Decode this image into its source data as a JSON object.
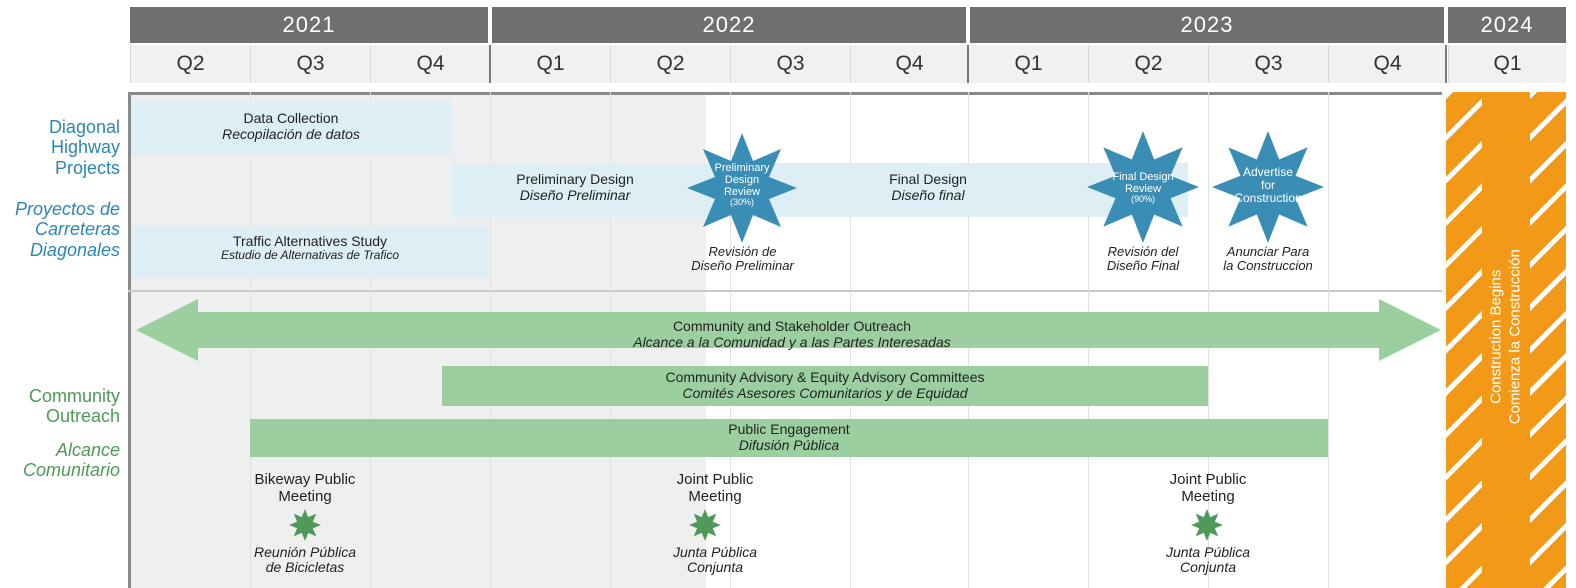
{
  "years": [
    {
      "label": "2021"
    },
    {
      "label": "2022"
    },
    {
      "label": "2023"
    },
    {
      "label": "2024"
    }
  ],
  "quarters": [
    "Q2",
    "Q3",
    "Q4",
    "Q1",
    "Q2",
    "Q3",
    "Q4",
    "Q1",
    "Q2",
    "Q3",
    "Q4",
    "Q1"
  ],
  "row_labels": {
    "projects_en": [
      "Diagonal",
      "Highway",
      "Projects"
    ],
    "projects_es": [
      "Proyectos de",
      "Carreteras",
      "Diagonales"
    ],
    "outreach_en": [
      "Community",
      "Outreach"
    ],
    "outreach_es": [
      "Alcance",
      "Comunitario"
    ]
  },
  "tasks": {
    "data_collection": {
      "en": "Data Collection",
      "es": "Recopilación de datos"
    },
    "preliminary_design": {
      "en": "Preliminary Design",
      "es": "Diseño Preliminar"
    },
    "final_design": {
      "en": "Final Design",
      "es": "Diseño final"
    },
    "traffic_study": {
      "en": "Traffic Alternatives Study",
      "es": "Estudio de Alternativas de Trafico"
    }
  },
  "milestones": {
    "prelim_review": {
      "lines": [
        "Preliminary",
        "Design",
        "Review"
      ],
      "pct": "(30%)",
      "es": [
        "Revisión de",
        "Diseño Preliminar"
      ]
    },
    "final_review": {
      "lines": [
        "Final Design",
        "Review"
      ],
      "pct": "(90%)",
      "es": [
        "Revisión del",
        "Diseño Final"
      ]
    },
    "advertise": {
      "lines": [
        "Advertise",
        "for",
        "Construction"
      ],
      "es": [
        "Anunciar Para",
        "la Construccion"
      ]
    }
  },
  "outreach": {
    "stakeholder": {
      "en": "Community  and Stakeholder Outreach",
      "es": "Alcance a la Comunidad y a las Partes Interesadas"
    },
    "committees": {
      "en": "Community Advisory & Equity Advisory Committees",
      "es": "Comités Asesores Comunitarios y de Equidad"
    },
    "engagement": {
      "en": "Public Engagement",
      "es": "Difusión Pública"
    }
  },
  "meetings": [
    {
      "en": [
        "Bikeway Public",
        "Meeting"
      ],
      "es": [
        "Reunión Pública",
        "de Bicicletas"
      ]
    },
    {
      "en": [
        "Joint Public",
        "Meeting"
      ],
      "es": [
        "Junta Pública",
        "Conjunta"
      ]
    },
    {
      "en": [
        "Joint Public",
        "Meeting"
      ],
      "es": [
        "Junta Pública",
        "Conjunta"
      ]
    }
  ],
  "construction": {
    "en": "Construction Begins",
    "es": "Comienza la Construcción"
  },
  "colors": {
    "header": "#6f6f6f",
    "project_band": "#ddeef5",
    "milestone_star": "#3a8db5",
    "outreach_green": "#9ccf9f",
    "meeting_star": "#4f9a5a",
    "construction": "#f29a18",
    "label_blue": "#2a86b6",
    "label_green": "#4e9a55"
  }
}
